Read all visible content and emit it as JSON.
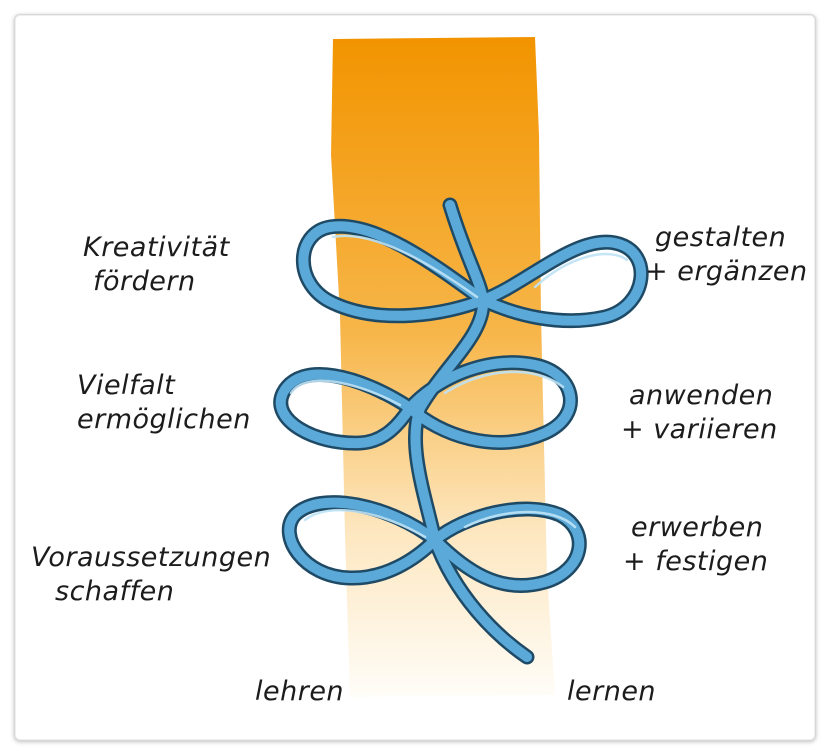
{
  "colors": {
    "column_top": "#f29400",
    "column_bottom": "#fffdf8",
    "rope": "#5aa9d8",
    "rope_dark": "#1f4a66",
    "ink": "#1c1c1c"
  },
  "left_labels": [
    {
      "line1": "Kreativität",
      "line2": "fördern"
    },
    {
      "line1": "Vielfalt",
      "line2": "ermöglichen"
    },
    {
      "line1": "Voraussetzungen",
      "line2": "schaffen"
    }
  ],
  "right_labels": [
    {
      "line1": "gestalten",
      "line2": "+ ergänzen"
    },
    {
      "line1": "anwenden",
      "line2": "+ variieren"
    },
    {
      "line1": "erwerben",
      "line2": "+ festigen"
    }
  ],
  "bottom_labels": {
    "left": "lehren",
    "right": "lernen"
  }
}
